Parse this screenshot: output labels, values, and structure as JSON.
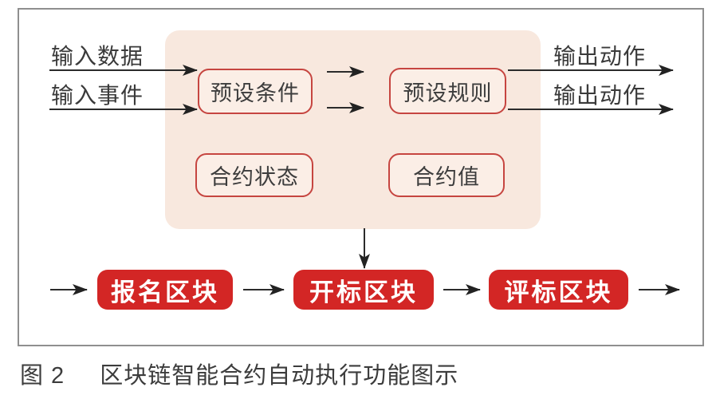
{
  "figure": {
    "caption": {
      "label": "图 2",
      "text": "区块链智能合约自动执行功能图示"
    },
    "inputs": [
      "输入数据",
      "输入事件"
    ],
    "outputs": [
      "输出动作",
      "输出动作"
    ],
    "contract_panel": {
      "boxes": [
        "预设条件",
        "预设规则",
        "合约状态",
        "合约值"
      ]
    },
    "blocks": [
      "报名区块",
      "开标区块",
      "评标区块"
    ],
    "colors": {
      "panel_bg": "#f8e8de",
      "box_border": "#c64540",
      "box_fill": "#fbeee6",
      "block_bg": "#d32625",
      "block_text": "#ffffff",
      "arrow": "#2b2b2b",
      "label_text": "#3a3a3a",
      "frame_border": "#8f8f8f"
    }
  }
}
